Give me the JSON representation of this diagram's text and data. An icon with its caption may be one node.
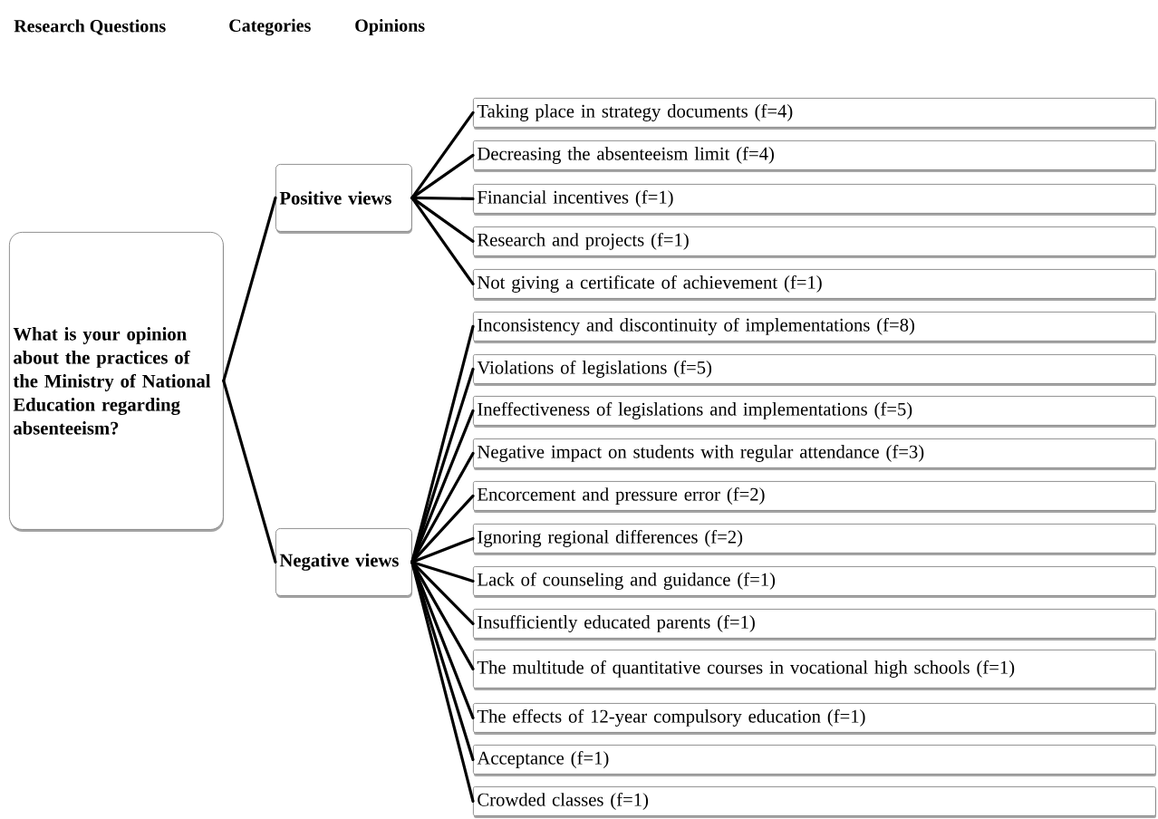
{
  "diagram": {
    "nodes": [
      {
        "text": [
          "What is your opinion about the practices of the Ministry of National Education regarding absenteeism?"
        ]
      },
      {
        "text": [
          "Positive views"
        ]
      },
      {
        "text": [
          "Negative views"
        ]
      },
      {
        "text": [
          "Taking place in strategy documents (f=4)"
        ]
      },
      {
        "text": [
          "Decreasing the absenteeism limit (f=4)"
        ]
      },
      {
        "text": [
          "Financial incentives (f=1)"
        ]
      },
      {
        "text": [
          "Research and projects (f=1)"
        ]
      },
      {
        "text": [
          "Not giving a certificate of achievement (f=1)"
        ]
      },
      {
        "text": [
          "Inconsistency and discontinuity of implementations (f=8)"
        ]
      },
      {
        "text": [
          "Violations of legislations (f=5)"
        ]
      },
      {
        "text": [
          "Ineffectiveness of legislations and implementations (f=5)"
        ]
      },
      {
        "text": [
          "Negative impact on students with regular attendance (f=3)"
        ]
      },
      {
        "text": [
          "Encorcement and pressure error (f=2)"
        ]
      },
      {
        "text": [
          "Ignoring regional differences (f=2)"
        ]
      },
      {
        "text": [
          "Lack of counseling and guidance (f=1)"
        ]
      },
      {
        "text": [
          "Insufficiently educated parents (f=1)"
        ]
      },
      {
        "text": [
          "The multitude of quantitative courses in vocational high schools (f=1)"
        ]
      },
      {
        "text": [
          "The effects of 12-year compulsory education (f=1)"
        ]
      },
      {
        "text": [
          "Acceptance (f=1)"
        ]
      },
      {
        "text": [
          "Crowded classes (f=1)"
        ]
      }
    ],
    "edges": [
      {
        "from": 0,
        "to": 1,
        "arrow": "none"
      },
      {
        "from": 0,
        "to": 2,
        "arrow": "none"
      },
      {
        "from": 1,
        "to": 3,
        "arrow": "none"
      },
      {
        "from": 1,
        "to": 4,
        "arrow": "none"
      },
      {
        "from": 1,
        "to": 5,
        "arrow": "none"
      },
      {
        "from": 1,
        "to": 6,
        "arrow": "none"
      },
      {
        "from": 1,
        "to": 7,
        "arrow": "none"
      },
      {
        "from": 2,
        "to": 8,
        "arrow": "none"
      },
      {
        "from": 2,
        "to": 9,
        "arrow": "none"
      },
      {
        "from": 2,
        "to": 10,
        "arrow": "none"
      },
      {
        "from": 2,
        "to": 11,
        "arrow": "none"
      },
      {
        "from": 2,
        "to": 12,
        "arrow": "none"
      },
      {
        "from": 2,
        "to": 13,
        "arrow": "none"
      },
      {
        "from": 2,
        "to": 14,
        "arrow": "none"
      },
      {
        "from": 2,
        "to": 15,
        "arrow": "none"
      },
      {
        "from": 2,
        "to": 16,
        "arrow": "none"
      },
      {
        "from": 2,
        "to": 17,
        "arrow": "none"
      },
      {
        "from": 2,
        "to": 18,
        "arrow": "none"
      },
      {
        "from": 2,
        "to": 19,
        "arrow": "none"
      }
    ],
    "labels": [
      "Research Questions",
      "Categories",
      "Opinions"
    ]
  }
}
